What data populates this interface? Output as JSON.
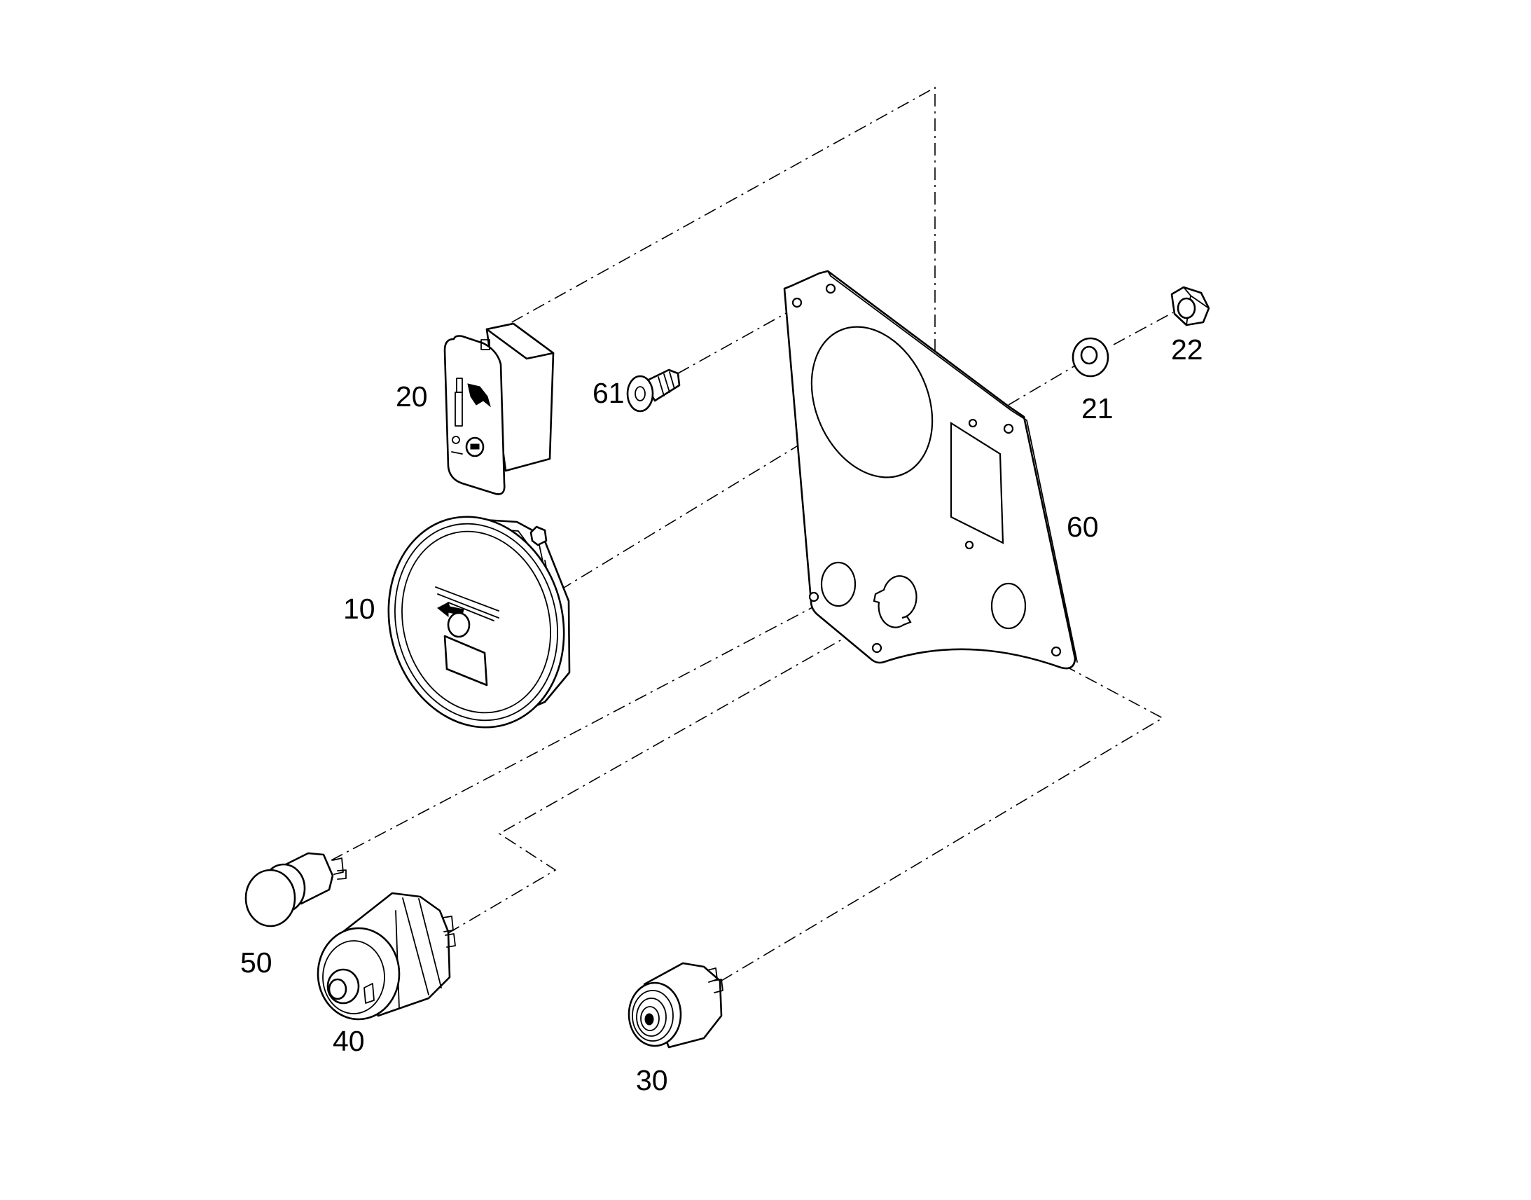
{
  "callouts": {
    "p10": "10",
    "p20": "20",
    "p21": "21",
    "p22": "22",
    "p30": "30",
    "p40": "40",
    "p50": "50",
    "p60": "60",
    "p61": "61"
  },
  "colors": {
    "line": "#000000",
    "background": "#ffffff"
  }
}
